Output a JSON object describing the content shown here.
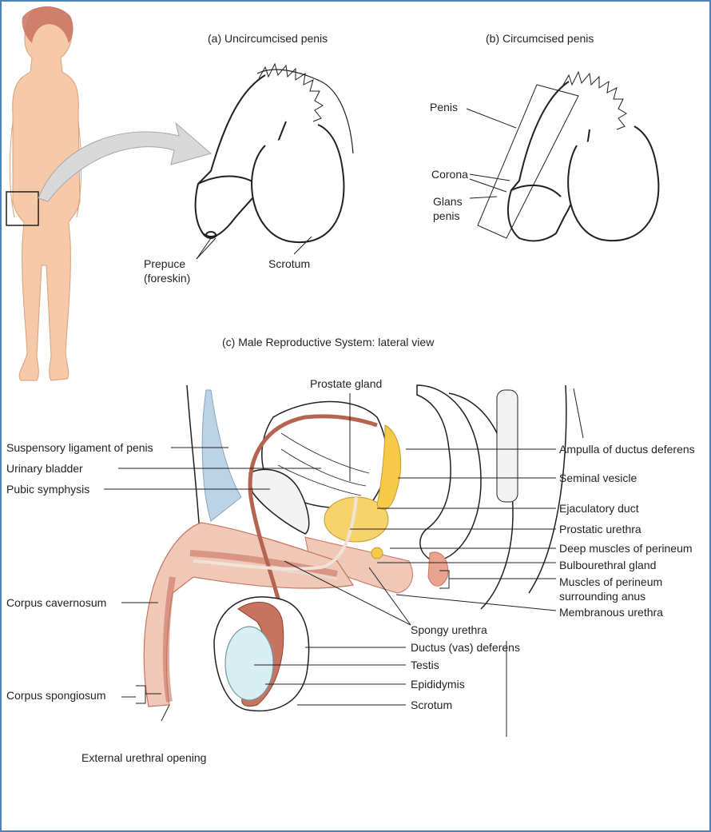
{
  "captions": {
    "uncircumcised": "(a) Uncircumcised penis",
    "circumcised": "(b) Circumcised penis",
    "lateral": "(c) Male Reproductive System: lateral view"
  },
  "panel_a": {
    "prepuce_line1": "Prepuce",
    "prepuce_line2": "(foreskin)",
    "scrotum": "Scrotum"
  },
  "panel_b": {
    "penis": "Penis",
    "corona": "Corona",
    "glans_line1": "Glans",
    "glans_line2": "penis"
  },
  "panel_c": {
    "prostate_gland": "Prostate gland",
    "suspensory_ligament": "Suspensory ligament of penis",
    "urinary_bladder": "Urinary bladder",
    "pubic_symphysis": "Pubic symphysis",
    "corpus_cavernosum": "Corpus cavernosum",
    "corpus_spongiosum": "Corpus spongiosum",
    "external_urethral_opening": "External urethral opening",
    "ampulla": "Ampulla of ductus deferens",
    "seminal_vesicle": "Seminal vesicle",
    "ejaculatory_duct": "Ejaculatory duct",
    "prostatic_urethra": "Prostatic urethra",
    "deep_muscles": "Deep muscles of perineum",
    "bulbourethral_gland": "Bulbourethral gland",
    "muscles_perineum_line1": "Muscles of perineum",
    "muscles_perineum_line2": "surrounding anus",
    "membranous_urethra": "Membranous urethra",
    "spongy_urethra": "Spongy urethra",
    "ductus_deferens": "Ductus (vas) deferens",
    "testis": "Testis",
    "epididymis": "Epididymis",
    "scrotum": "Scrotum"
  },
  "colors": {
    "frame_border": "#4f81bd",
    "skin": "#f6c9a8",
    "muscle": "#c8735f",
    "erectile_tissue": "#f0c8b8",
    "gland_yellow": "#f7c948",
    "testis_blue": "#d9eef2",
    "ligament_blue": "#bcd3e6",
    "arrow_gray": "#d9d9d9"
  }
}
